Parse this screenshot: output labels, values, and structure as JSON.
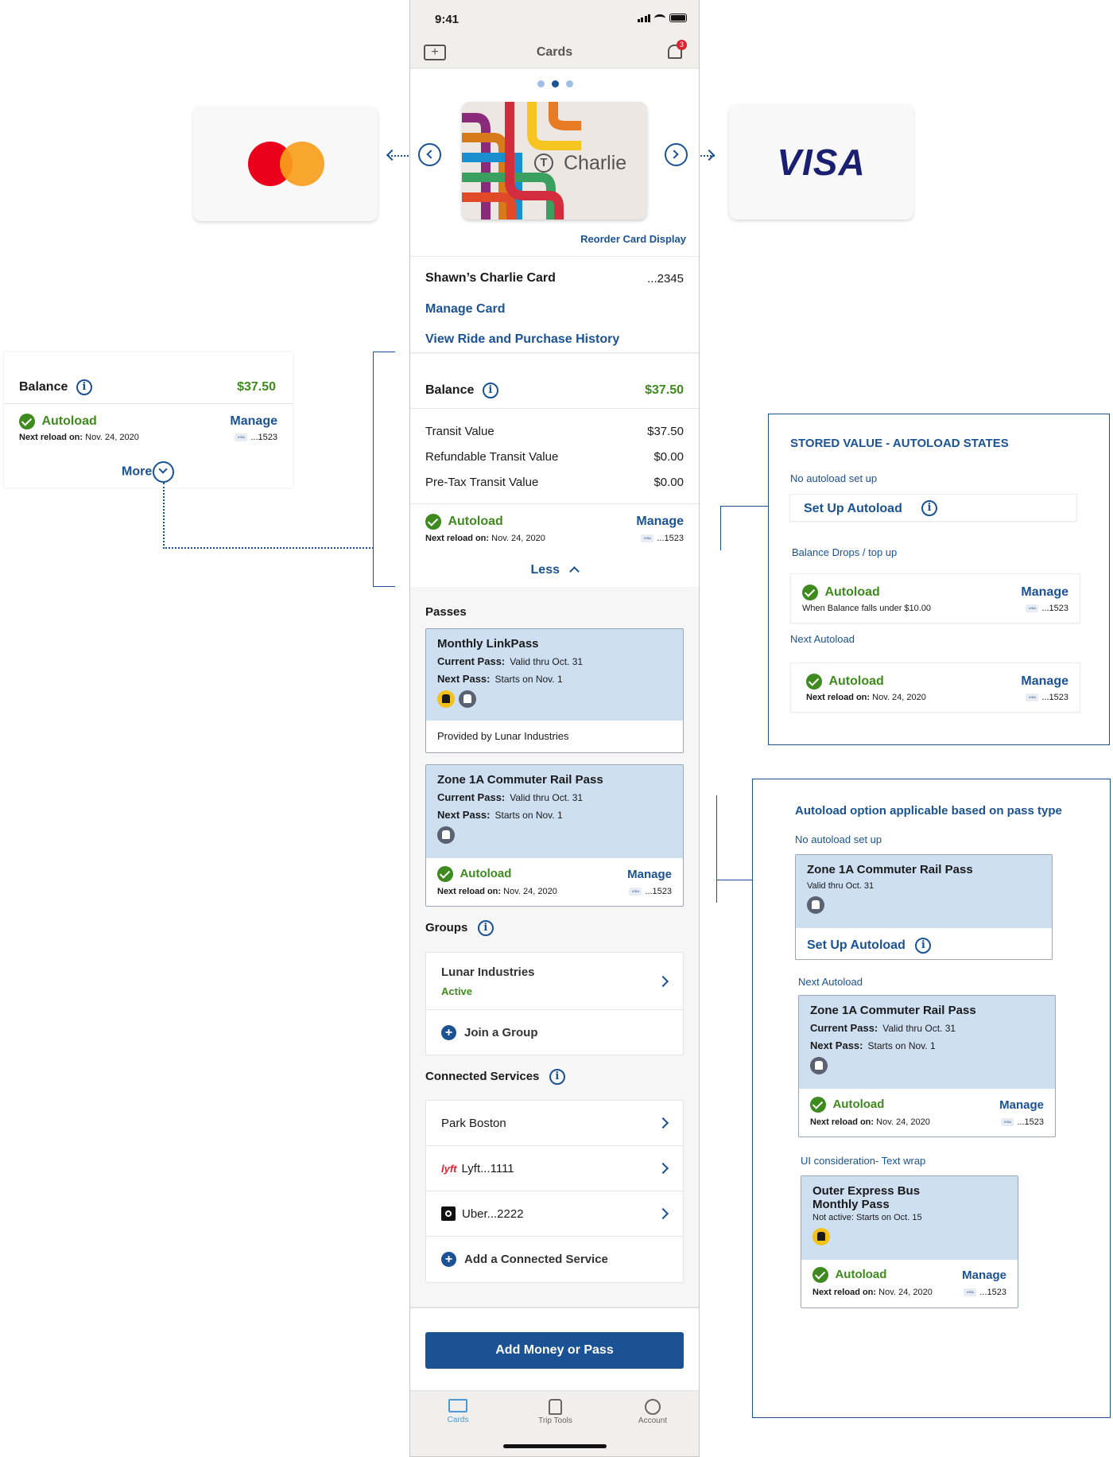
{
  "status_bar": {
    "time": "9:41"
  },
  "header": {
    "title": "Cards",
    "notif_count": "3"
  },
  "carousel": {
    "card_name": "Charlie",
    "reorder_link": "Reorder Card Display",
    "left_card": "mastercard",
    "right_card": "VISA"
  },
  "card_info": {
    "title": "Shawn’s Charlie Card",
    "number": "...2345",
    "manage_link": "Manage Card",
    "history_link": "View Ride and Purchase History"
  },
  "balance": {
    "label": "Balance",
    "amount": "$37.50",
    "rows": [
      {
        "label": "Transit Value",
        "value": "$37.50"
      },
      {
        "label": "Refundable Transit Value",
        "value": "$0.00"
      },
      {
        "label": "Pre-Tax Transit Value",
        "value": "$0.00"
      }
    ],
    "autoload_label": "Autoload",
    "manage": "Manage",
    "next_reload_label": "Next reload on:",
    "next_reload_date": "Nov. 24, 2020",
    "card_last4": "...1523",
    "less": "Less"
  },
  "collapsed_balance": {
    "label": "Balance",
    "amount": "$37.50",
    "autoload_label": "Autoload",
    "manage": "Manage",
    "next_reload_label": "Next reload on:",
    "next_reload_date": "Nov. 24, 2020",
    "card_last4": "...1523",
    "more": "More"
  },
  "passes": {
    "heading": "Passes",
    "items": [
      {
        "title": "Monthly LinkPass",
        "current_label": "Current Pass:",
        "current_value": "Valid thru Oct. 31",
        "next_label": "Next Pass:",
        "next_value": "Starts on Nov. 1",
        "provider": "Provided by Lunar Industries"
      },
      {
        "title": "Zone 1A Commuter Rail Pass",
        "current_label": "Current Pass:",
        "current_value": "Valid thru Oct. 31",
        "next_label": "Next Pass:",
        "next_value": "Starts on Nov. 1",
        "autoload_label": "Autoload",
        "manage": "Manage",
        "next_reload_label": "Next reload on:",
        "next_reload_date": "Nov. 24, 2020",
        "card_last4": "...1523"
      }
    ]
  },
  "groups": {
    "heading": "Groups",
    "group_name": "Lunar Industries",
    "group_status": "Active",
    "join": "Join a Group"
  },
  "connected": {
    "heading": "Connected Services",
    "items": [
      "Park Boston",
      "Lyft...1111",
      "Uber...2222"
    ],
    "add": "Add a Connected Service"
  },
  "cta": {
    "label": "Add Money or Pass"
  },
  "tabbar": {
    "items": [
      "Cards",
      "Trip Tools",
      "Account"
    ]
  },
  "stored_value_panel": {
    "title": "STORED VALUE - AUTOLOAD STATES",
    "no_autoload": "No autoload set up",
    "setup": "Set Up Autoload",
    "balance_drops": "Balance Drops / top up",
    "autoload_label": "Autoload",
    "manage": "Manage",
    "when_balance": "When Balance falls under $10.00",
    "card_last4": "...1523",
    "next_autoload": "Next Autoload",
    "next_reload_label": "Next reload on:",
    "next_reload_date": "Nov. 24, 2020"
  },
  "pass_panel": {
    "title": "Autoload option applicable based on pass type",
    "no_autoload": "No autoload set up",
    "pass1_title": "Zone 1A Commuter Rail Pass",
    "pass1_valid": "Valid thru Oct. 31",
    "setup": "Set Up Autoload",
    "next_autoload": "Next Autoload",
    "pass2_title": "Zone 1A Commuter Rail Pass",
    "current_label": "Current Pass:",
    "current_value": "Valid thru Oct. 31",
    "next_label": "Next Pass:",
    "next_value": "Starts on Nov. 1",
    "autoload_label": "Autoload",
    "manage": "Manage",
    "next_reload_label": "Next reload on:",
    "next_reload_date": "Nov. 24, 2020",
    "card_last4": "...1523",
    "ui_wrap": "UI consideration- Text wrap",
    "pass3_title_1": "Outer Express Bus",
    "pass3_title_2": "Monthly Pass",
    "pass3_status": "Not active: Starts on Oct. 15"
  }
}
